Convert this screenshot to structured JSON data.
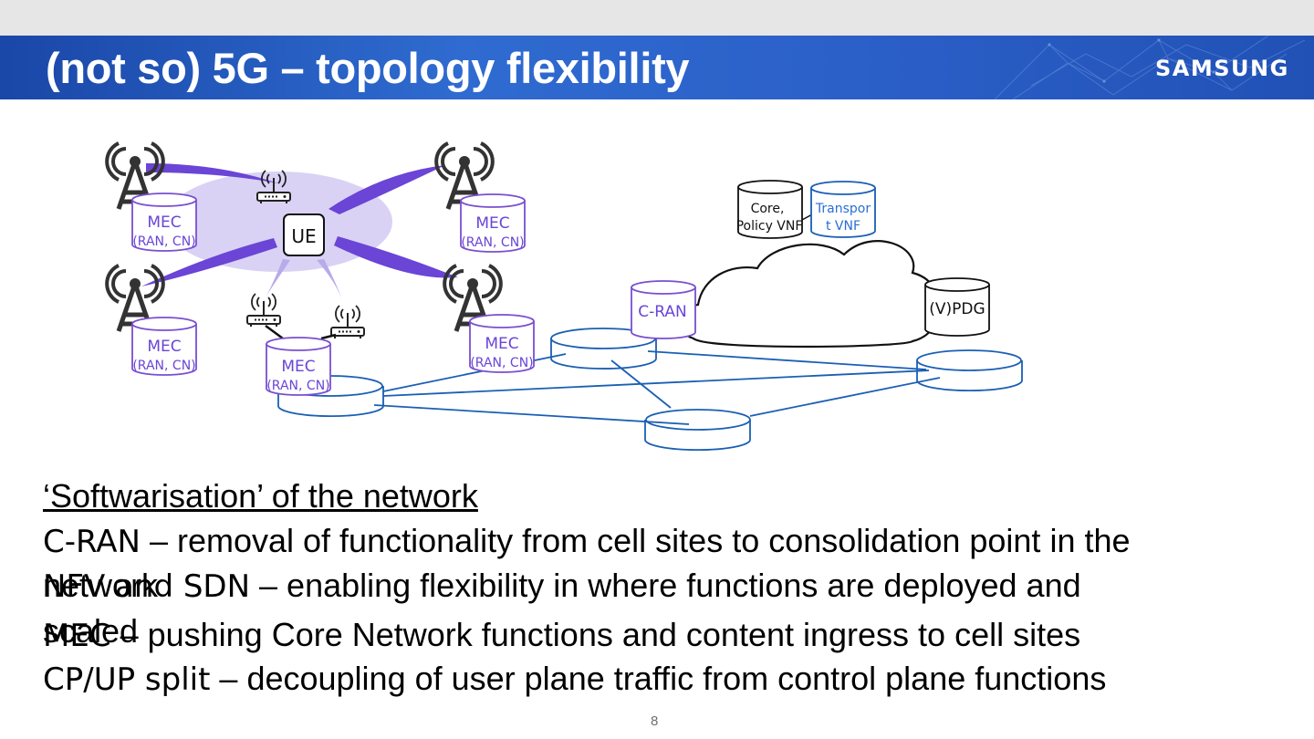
{
  "slide": {
    "title": "(not so) 5G – topology flexibility",
    "logo_text": "SAMSUNG",
    "page_number": "8"
  },
  "diagram": {
    "ue_label": "UE",
    "mec_label": "MEC",
    "mec_sub_label": "(RAN, CN)",
    "cran_label": "C-RAN",
    "core_label_line1": "Core,",
    "core_label_line2": "Policy VNF",
    "transport_label_line1": "Transpor",
    "transport_label_line2": "t VNF",
    "vpdg_label": "(V)PDG"
  },
  "content": {
    "heading": "‘Softwarisation’ of the network",
    "bullets": [
      {
        "term": "C-RAN",
        "text": " – removal of functionality from cell sites to consolidation point in the",
        "cont": "network"
      },
      {
        "term": "NFV and SDN",
        "text": " – enabling flexibility in where functions are deployed and",
        "cont": "scaled"
      },
      {
        "term": "MEC",
        "text": " – pushing Core Network functions and content ingress to cell sites"
      },
      {
        "term": "CP/UP split",
        "text": " – decoupling of user plane traffic from control plane functions"
      }
    ]
  },
  "colors": {
    "header_blue": "#2a5ec6",
    "purple": "#6a45d6",
    "link_blue": "#1a5fb4",
    "transport_text": "#2a6fd0"
  }
}
